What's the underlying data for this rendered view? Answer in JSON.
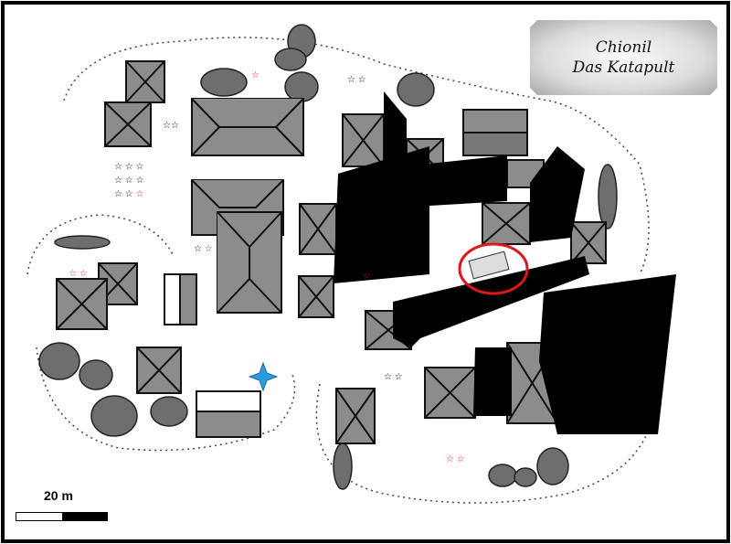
{
  "title": {
    "line1": "Chionil",
    "line2": "Das Katapult"
  },
  "scale": {
    "label": "20 m"
  },
  "colors": {
    "fog": "#000000",
    "highlight": "#e0161b",
    "player_marker": "#2a9be0",
    "roof": "#8c8c8c",
    "rock": "#6e6e6e"
  },
  "markers": {
    "player": "blue-star-marker",
    "target": "red-circle-highlight"
  }
}
